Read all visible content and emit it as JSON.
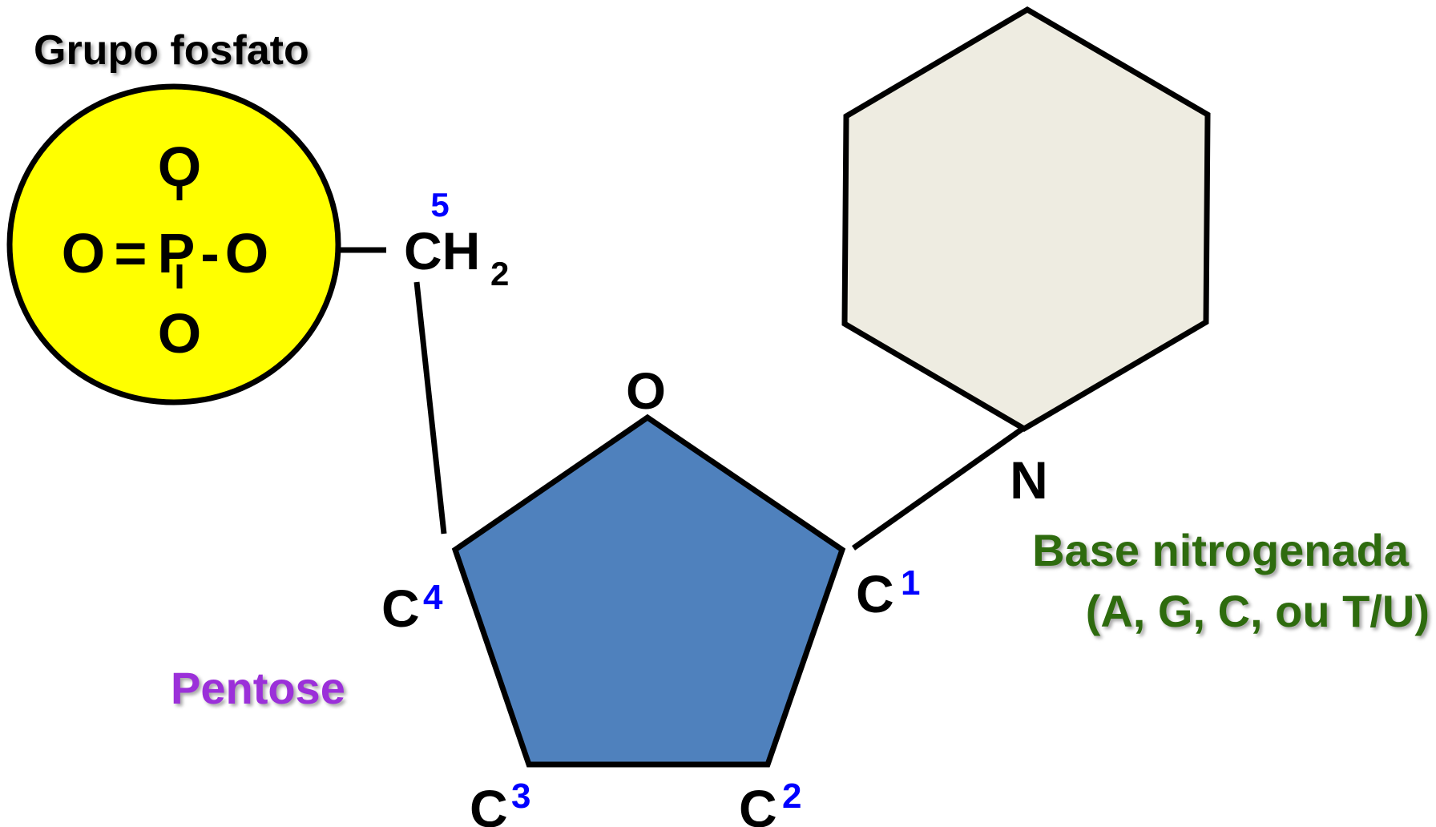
{
  "labels": {
    "phosphate_group": "Grupo fosfato",
    "pentose": "Pentose",
    "base_line1": "Base nitrogenada",
    "base_line2": "(A, G, C, ou T/U)"
  },
  "phosphate": {
    "top_o": "O",
    "bottom_o": "O",
    "left_o": "O",
    "double_bond": "=",
    "p": "P",
    "single_bond": "-",
    "right_o": "O"
  },
  "ch2": {
    "ch": "CH",
    "sub": "2",
    "position": "5"
  },
  "ring": {
    "oxygen": "O",
    "carbon": "C",
    "c1_num": "1",
    "c2_num": "2",
    "c3_num": "3",
    "c4_num": "4"
  },
  "base": {
    "nitrogen": "N"
  },
  "colors": {
    "phosphate_fill": "#ffff00",
    "pentose_fill": "#4f81bd",
    "base_fill": "#eeece1",
    "outline": "#000000",
    "position_numbers": "#0000ff",
    "pentose_label": "#9b30d9",
    "base_label": "#2e6b0e"
  }
}
